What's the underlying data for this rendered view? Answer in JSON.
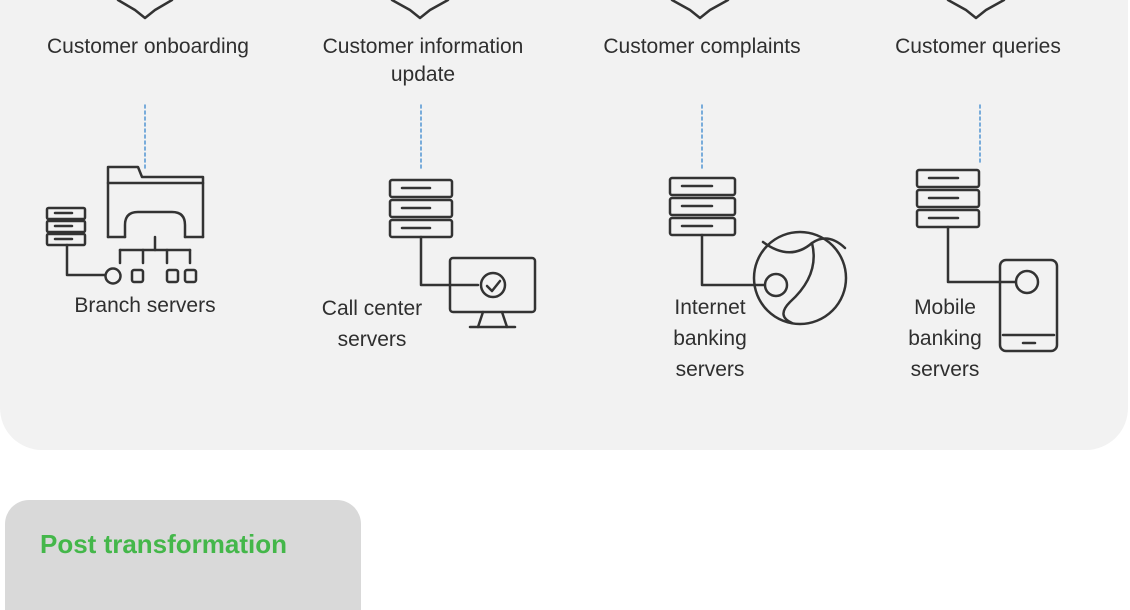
{
  "channels": [
    {
      "label_line1": "Customer onboarding",
      "label_line2": ""
    },
    {
      "label_line1": "Customer information",
      "label_line2": "update"
    },
    {
      "label_line1": "Customer complaints",
      "label_line2": ""
    },
    {
      "label_line1": "Customer queries",
      "label_line2": ""
    }
  ],
  "servers": [
    {
      "lines": [
        "Branch servers"
      ],
      "icon": "branch-server-folder-icon"
    },
    {
      "lines": [
        "Call center",
        "servers"
      ],
      "icon": "call-center-server-monitor-icon"
    },
    {
      "lines": [
        "Internet",
        "banking",
        "servers"
      ],
      "icon": "internet-banking-server-globe-icon"
    },
    {
      "lines": [
        "Mobile",
        "banking",
        "servers"
      ],
      "icon": "mobile-banking-server-phone-icon"
    }
  ],
  "tab": {
    "label": "Post transformation"
  },
  "colors": {
    "panel": "#f2f2f2",
    "tab": "#d9d9d9",
    "tab_text": "#44b74a",
    "connector": "#5b9bd5",
    "icon_stroke": "#333333"
  }
}
